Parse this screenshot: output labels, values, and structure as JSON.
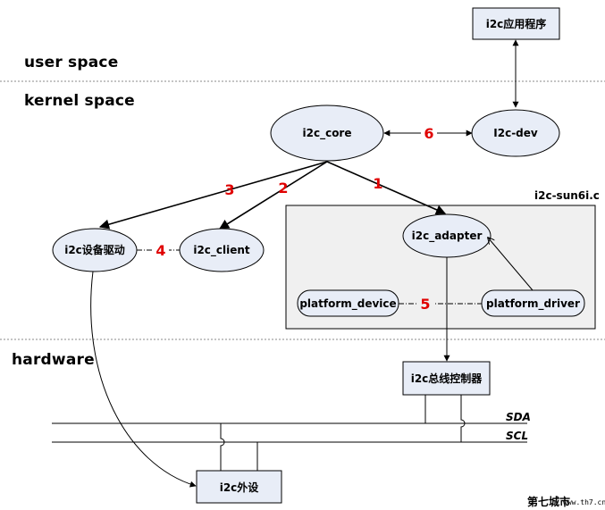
{
  "sections": {
    "user_space": "user space",
    "kernel_space": "kernel space",
    "hardware": "hardware"
  },
  "nodes": {
    "i2c_app": "i2c应用程序",
    "i2c_core": "i2c_core",
    "i2c_dev": "I2c-dev",
    "i2c_driver": "i2c设备驱动",
    "i2c_client": "i2c_client",
    "i2c_adapter": "i2c_adapter",
    "platform_device": "platform_device",
    "platform_driver": "platform_driver",
    "bus_controller": "i2c总线控制器",
    "i2c_peripheral": "i2c外设"
  },
  "container_label": "i2c-sun6i.c",
  "bus": {
    "sda": "SDA",
    "scl": "SCL"
  },
  "edge_numbers": {
    "e1": "1",
    "e2": "2",
    "e3": "3",
    "e4": "4",
    "e5": "5",
    "e6": "6"
  },
  "watermark": {
    "text": "第七城市",
    "url": "www.th7.cn"
  },
  "colors": {
    "node_fill": "#e8edf7",
    "container_fill": "#f0f0f0",
    "number": "#e00000",
    "line": "#000000"
  }
}
